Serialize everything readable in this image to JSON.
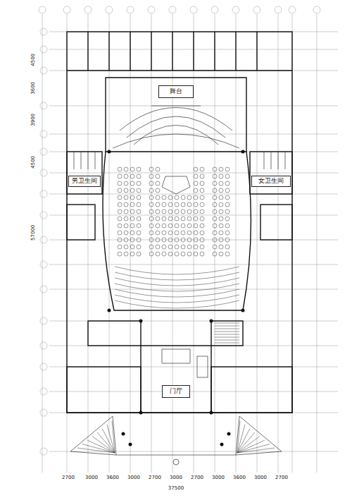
{
  "diagram": {
    "nodes": [
      {
        "text": [
          "舞台"
        ]
      },
      {
        "text": [
          "男卫生间"
        ]
      },
      {
        "text": [
          "女卫生间"
        ]
      },
      {
        "text": [
          "门厅"
        ]
      }
    ],
    "labels": [
      "2700",
      "3000",
      "3600",
      "3000",
      "2700",
      "3000",
      "2700",
      "3000",
      "3600",
      "3000",
      "2700",
      "37500",
      "4500",
      "3600",
      "3900",
      "4500",
      "57000"
    ]
  }
}
